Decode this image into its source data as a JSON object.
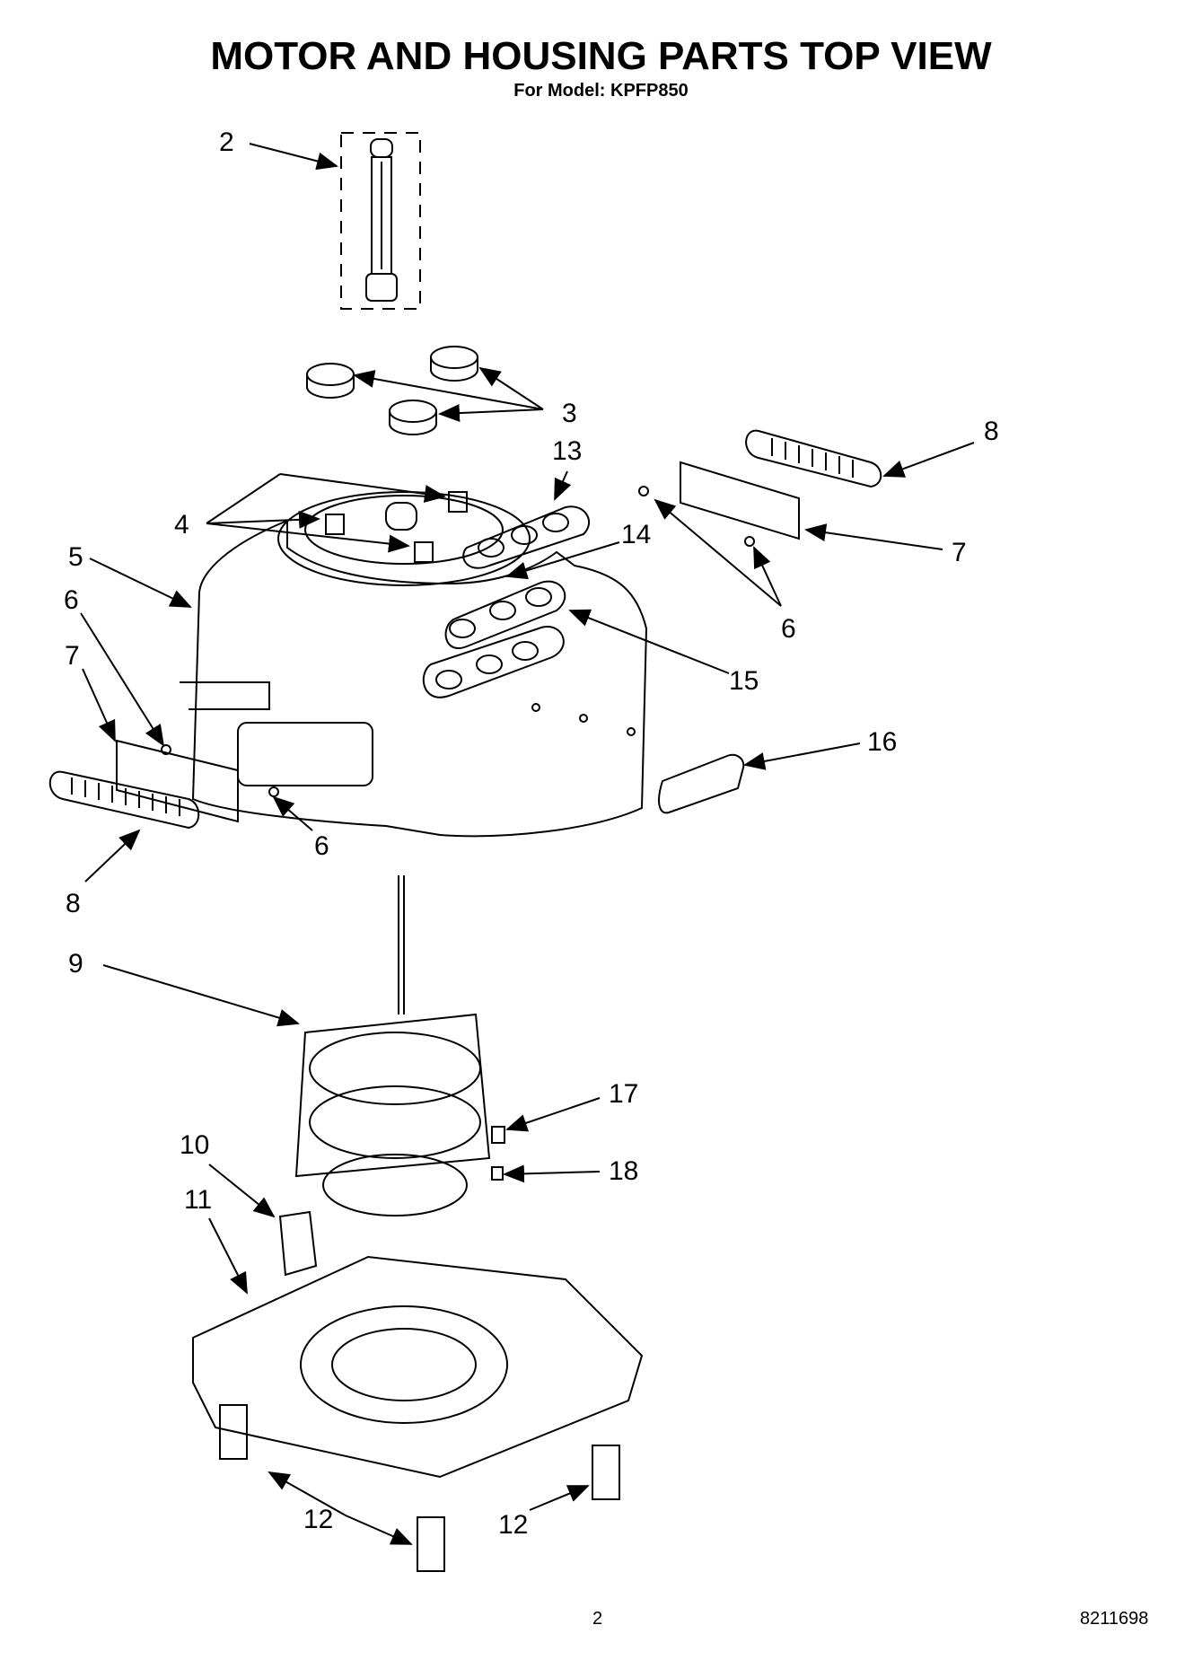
{
  "header": {
    "title": "MOTOR AND HOUSING PARTS TOP VIEW",
    "subtitle": "For Model: KPFP850"
  },
  "callouts": [
    {
      "id": "2",
      "label": "2"
    },
    {
      "id": "3",
      "label": "3"
    },
    {
      "id": "4",
      "label": "4"
    },
    {
      "id": "5",
      "label": "5"
    },
    {
      "id": "6a",
      "label": "6"
    },
    {
      "id": "6b",
      "label": "6"
    },
    {
      "id": "6c",
      "label": "6"
    },
    {
      "id": "7a",
      "label": "7"
    },
    {
      "id": "7b",
      "label": "7"
    },
    {
      "id": "8a",
      "label": "8"
    },
    {
      "id": "8b",
      "label": "8"
    },
    {
      "id": "9",
      "label": "9"
    },
    {
      "id": "10",
      "label": "10"
    },
    {
      "id": "11",
      "label": "11"
    },
    {
      "id": "12a",
      "label": "12"
    },
    {
      "id": "12b",
      "label": "12"
    },
    {
      "id": "13",
      "label": "13"
    },
    {
      "id": "14",
      "label": "14"
    },
    {
      "id": "15",
      "label": "15"
    },
    {
      "id": "16",
      "label": "16"
    },
    {
      "id": "17",
      "label": "17"
    },
    {
      "id": "18",
      "label": "18"
    }
  ],
  "footer": {
    "page_number": "2",
    "document_code": "8211698"
  }
}
